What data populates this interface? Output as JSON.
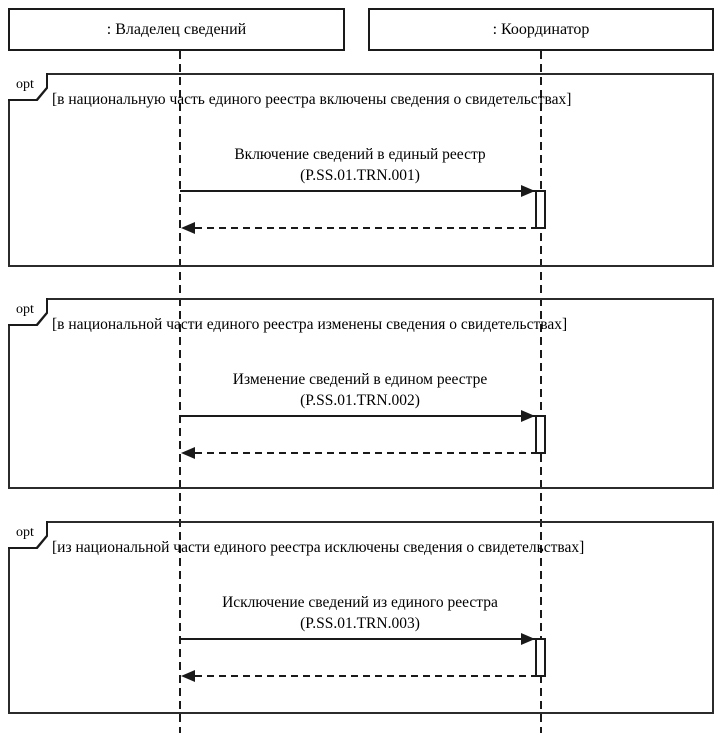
{
  "diagram": {
    "type": "uml-sequence",
    "actors": [
      {
        "label": ": Владелец сведений"
      },
      {
        "label": ": Координатор"
      }
    ],
    "fragments": [
      {
        "operator": "opt",
        "guard": "[в национальную часть единого реестра включены сведения о свидетельствах]",
        "message_line1": "Включение сведений в единый реестр",
        "message_line2": "(P.SS.01.TRN.001)"
      },
      {
        "operator": "opt",
        "guard": "[в национальной части единого реестра изменены сведения о свидетельствах]",
        "message_line1": "Изменение сведений в едином реестре",
        "message_line2": "(P.SS.01.TRN.002)"
      },
      {
        "operator": "opt",
        "guard": "[из национальной части единого реестра исключены сведения о свидетельствах]",
        "message_line1": "Исключение сведений из единого реестра",
        "message_line2": "(P.SS.01.TRN.003)"
      }
    ],
    "colors": {
      "line": "#1a1a1a",
      "background": "#ffffff",
      "text": "#000000"
    }
  }
}
